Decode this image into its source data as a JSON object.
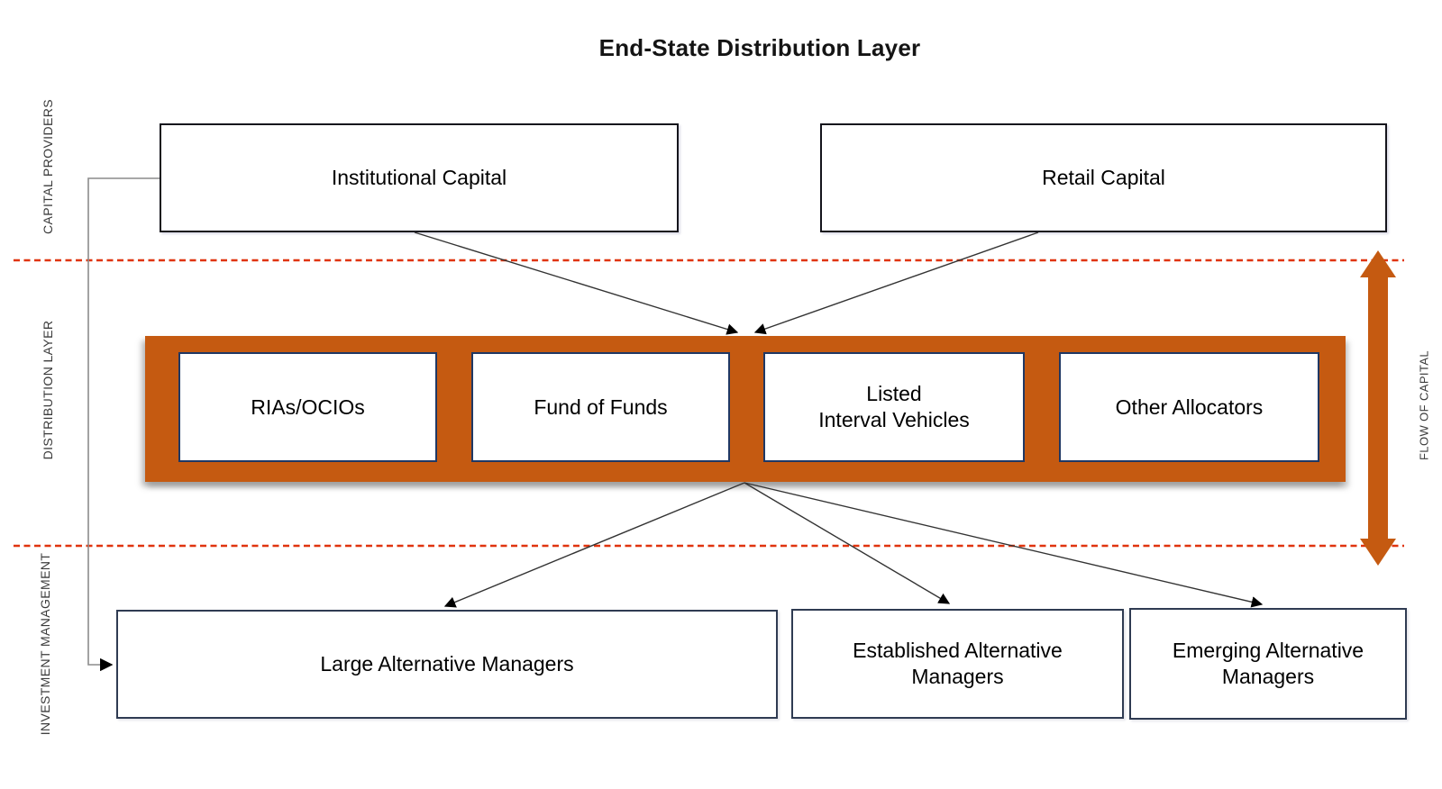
{
  "title": "End-State Distribution Layer",
  "rails": {
    "capital_providers": "CAPITAL PROVIDERS",
    "distribution_layer": "DISTRIBUTION LAYER",
    "investment_management": "INVESTMENT MANAGEMENT",
    "flow_of_capital": "FLOW OF CAPITAL"
  },
  "capital_providers": [
    {
      "label": "Institutional Capital"
    },
    {
      "label": "Retail Capital"
    }
  ],
  "distribution_layer": [
    {
      "label": "RIAs/OCIOs"
    },
    {
      "label": "Fund of Funds"
    },
    {
      "label": "Listed\nInterval Vehicles"
    },
    {
      "label": "Other Allocators"
    }
  ],
  "investment_management": [
    {
      "label": "Large Alternative Managers"
    },
    {
      "label": "Established Alternative Managers"
    },
    {
      "label": "Emerging Alternative Managers"
    }
  ],
  "colors": {
    "accent_orange": "#C55A11",
    "dash_red": "#E0340E",
    "inner_box_border": "#1F3864",
    "manager_box_border": "#2F3B52",
    "provider_box_border": "#14141C",
    "connector_dark": "#333333",
    "connector_gray": "#8C8C8C",
    "label_gray": "#3B3B3B"
  }
}
